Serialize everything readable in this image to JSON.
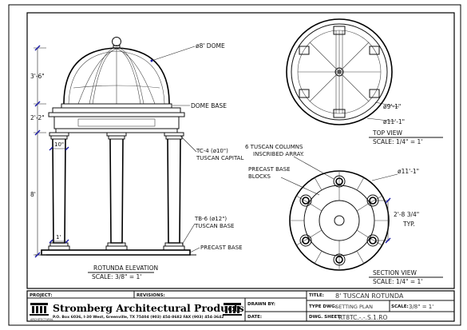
{
  "elevation": {
    "dims": {
      "dome_height": "3'-6\"",
      "entablature_height": "2'-2\"",
      "column_height": "8'",
      "capital_width": "10\"",
      "base_width": "1'"
    },
    "callouts": {
      "dome": "ø8' DOME",
      "dome_base": "DOME BASE",
      "capital_line1": "TC-4 (ø10\")",
      "capital_line2": "TUSCAN CAPITAL",
      "base_line1": "TB-6 (ø12\")",
      "base_line2": "TUSCAN BASE",
      "precast_base": "PRECAST BASE"
    },
    "title": "ROTUNDA ELEVATION",
    "scale": "SCALE: 3/8\" = 1'"
  },
  "top_view": {
    "dim_outer": "ø9'-1\"",
    "dim_inner": "ø11'-1\"",
    "title": "TOP VIEW",
    "scale": "SCALE: 1/4\" = 1'"
  },
  "section_view": {
    "callout_columns_line1": "6 TUSCAN COLUMNS",
    "callout_columns_line2": "INSCRIBED ARRAY.",
    "callout_blocks_line1": "PRECAST BASE",
    "callout_blocks_line2": "BLOCKS",
    "dim_diameter": "ø11'-1\"",
    "dim_spacing": "2'-8 3/4\"",
    "dim_spacing_note": "TYP.",
    "title": "SECTION VIEW",
    "scale": "SCALE: 1/4\" = 1'"
  },
  "title_block": {
    "project_label": "PROJECT:",
    "revisions_label": "REVISIONS:",
    "company_name": "Stromberg Architectural Products",
    "company_address": "P.O. Box 6036, I-30 West, Greenville, TX 75404  (903) 454-8682  FAX (903) 454-3642",
    "drawn_by_label": "DRAWN BY:",
    "date_label": "DATE:",
    "title_label": "TITLE:",
    "title_value": "8' TUSCAN ROTUNDA",
    "type_dwg_label": "TYPE DWG:",
    "type_dwg_value": "SETTING PLAN",
    "scale_label": "SCALE:",
    "scale_value": "3/8\" = 1'",
    "dwg_sheet_label": "DWG. SHEET:",
    "dwg_sheet_value": "RT8TC.-.-.S.1.RO"
  }
}
